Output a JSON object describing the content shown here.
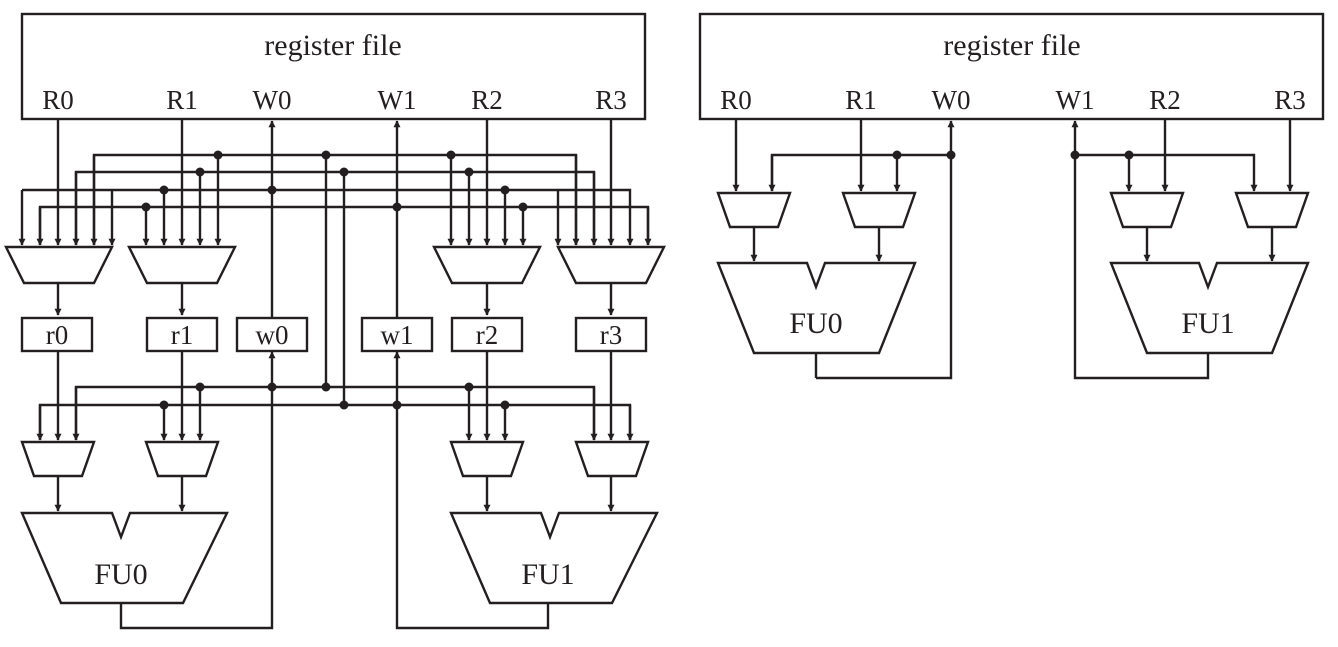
{
  "left": {
    "title": "register file",
    "ports": [
      "R0",
      "R1",
      "W0",
      "W1",
      "R2",
      "R3"
    ],
    "latches": [
      "r0",
      "r1",
      "w0",
      "w1",
      "r2",
      "r3"
    ],
    "units": [
      "FU0",
      "FU1"
    ]
  },
  "right": {
    "title": "register file",
    "ports": [
      "R0",
      "R1",
      "W0",
      "W1",
      "R2",
      "R3"
    ],
    "units": [
      "FU0",
      "FU1"
    ]
  },
  "colors": {
    "ink": "#231f20",
    "background": "#ffffff"
  }
}
